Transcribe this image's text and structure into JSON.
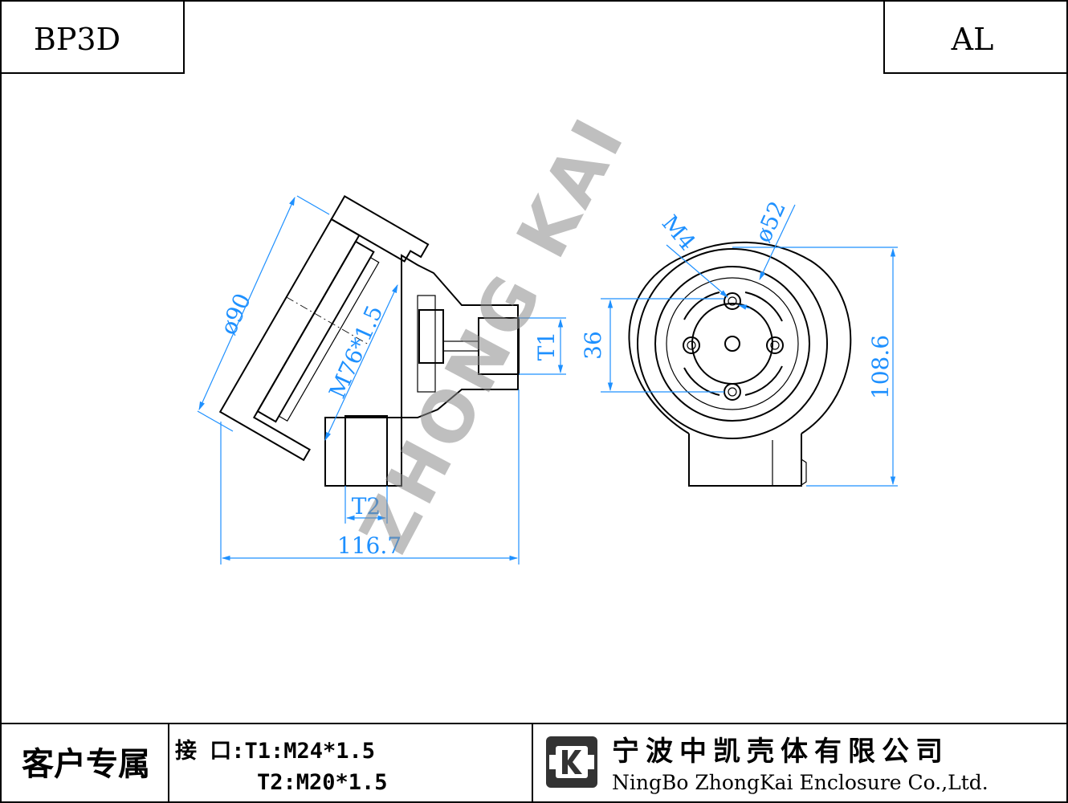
{
  "header": {
    "model": "BP3D",
    "material": "AL"
  },
  "watermark": "ZHONG KAI",
  "dimensions": {
    "diameter_body": "ø90",
    "thread_cover": "M76*1.5",
    "port_t1": "T1",
    "port_t2": "T2",
    "overall_width": "116.7",
    "screw": "M4",
    "diameter_inner": "ø52",
    "pitch": "36",
    "overall_height": "108.6"
  },
  "footer": {
    "customer_label": "客户专属",
    "interface_line1": "接 口:T1:M24*1.5",
    "interface_line2": "T2:M20*1.5",
    "company_cn": "宁波中凯壳体有限公司",
    "company_en": "NingBo ZhongKai Enclosure Co.,Ltd."
  },
  "colors": {
    "dimension": "#1e90ff",
    "line": "#000000",
    "watermark": "#8c8c8c"
  }
}
